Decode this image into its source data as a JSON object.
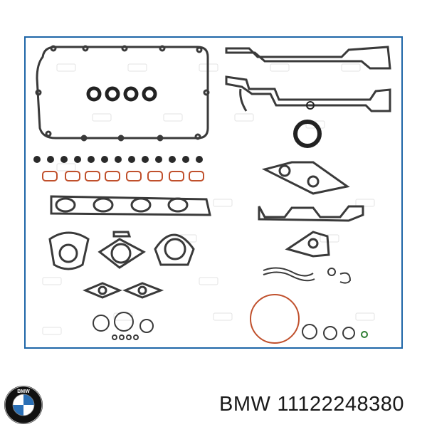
{
  "caption": {
    "brand": "BMW",
    "part_number": "11122248380"
  },
  "logo": {
    "text": "BMW",
    "colors": {
      "blue": "#2a6fb5",
      "ring": "#111111",
      "white": "#ffffff"
    }
  },
  "photo": {
    "subject": "engine gasket set",
    "colors": {
      "frame": "#1e66a8",
      "gasket": "#3a3a3a",
      "ring_orange": "#c0502c",
      "ring_green": "#2e7d32"
    }
  }
}
